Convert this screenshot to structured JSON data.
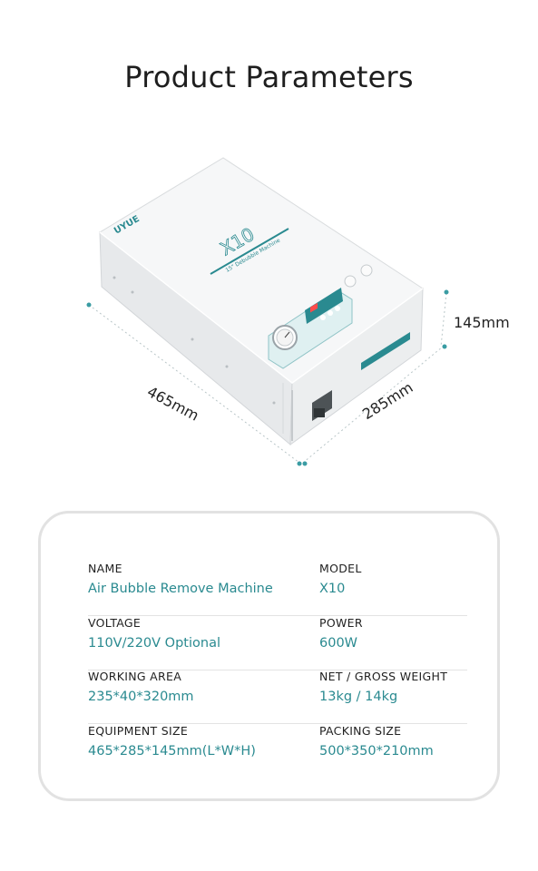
{
  "title": "Product Parameters",
  "product": {
    "brand": "UYUE",
    "model_text": "X10",
    "subtitle_text": "15\" Debubble Machine",
    "dimensions": {
      "length": "465mm",
      "width": "285mm",
      "height": "145mm"
    },
    "colors": {
      "accent": "#2a8a90",
      "body": "#f3f4f5",
      "dots": "#3a9ca3"
    }
  },
  "parameters": [
    {
      "left_label": "NAME",
      "left_value": "Air Bubble Remove Machine",
      "right_label": "MODEL",
      "right_value": "X10"
    },
    {
      "left_label": "VOLTAGE",
      "left_value": "110V/220V Optional",
      "right_label": "POWER",
      "right_value": "600W"
    },
    {
      "left_label": "WORKING AREA",
      "left_value": "235*40*320mm",
      "right_label": "NET / GROSS WEIGHT",
      "right_value": "13kg / 14kg"
    },
    {
      "left_label": "EQUIPMENT SIZE",
      "left_value": "465*285*145mm(L*W*H)",
      "right_label": "PACKING SIZE",
      "right_value": "500*350*210mm"
    }
  ]
}
